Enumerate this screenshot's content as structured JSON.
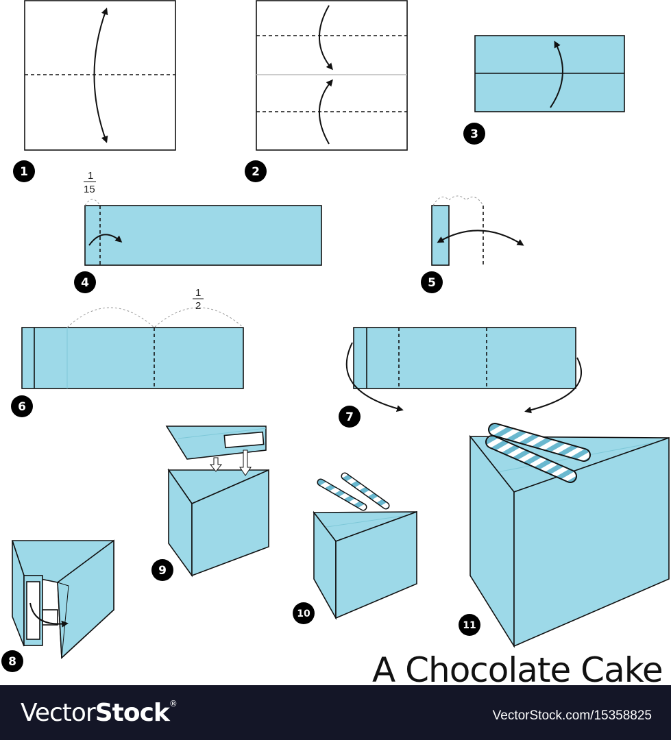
{
  "title": "A Chocolate Cake",
  "steps": [
    "1",
    "2",
    "3",
    "4",
    "5",
    "6",
    "7",
    "8",
    "9",
    "10",
    "11"
  ],
  "fractions": {
    "step4": {
      "num": "1",
      "den": "15"
    },
    "step6": {
      "num": "1",
      "den": "2"
    }
  },
  "colors": {
    "paper": "#9dd9e8",
    "line": "#111111",
    "footer": "#141627"
  },
  "footer": {
    "logo_light": "Vector",
    "logo_bold": "Stock",
    "logo_mark": "®",
    "url": "VectorStock.com/15358825"
  }
}
